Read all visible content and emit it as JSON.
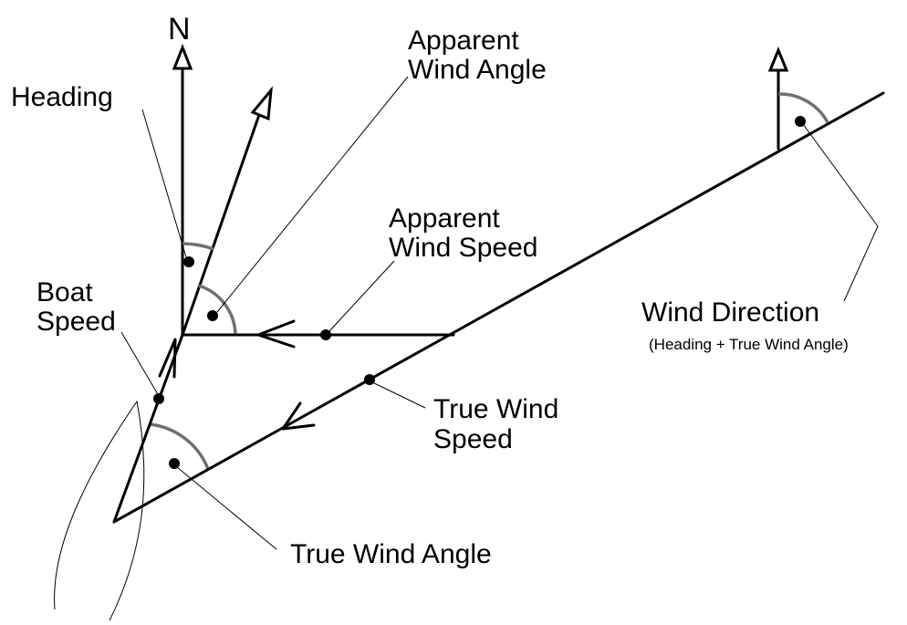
{
  "labels": {
    "north": "N",
    "heading": "Heading",
    "apparent_wind_angle": [
      "Apparent",
      "Wind Angle"
    ],
    "apparent_wind_speed": [
      "Apparent",
      "Wind Speed"
    ],
    "boat_speed": [
      "Boat",
      "Speed"
    ],
    "wind_direction": "Wind Direction",
    "wind_direction_note": "(Heading + True Wind Angle)",
    "true_wind_speed": [
      "True Wind",
      "Speed"
    ],
    "true_wind_angle": "True Wind Angle"
  }
}
